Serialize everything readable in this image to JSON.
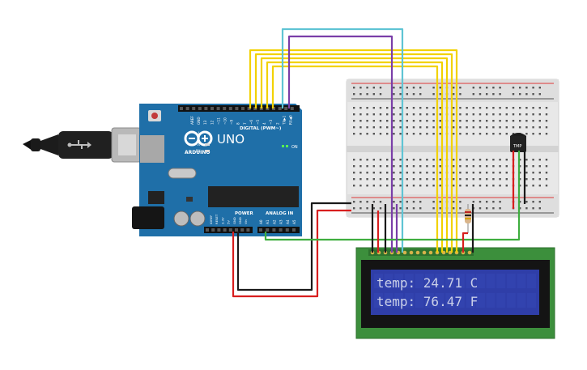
{
  "arduino": {
    "model_label": "UNO",
    "brand_label": "ARDUINO",
    "on_label": "ON",
    "digital_label": "DIGITAL (PWM~)",
    "power_label": "POWER",
    "analog_label": "ANALOG IN",
    "tx_label": "TX",
    "rx_label": "RX",
    "l_label": "L",
    "digital_pins": [
      "AREF",
      "GND",
      "13",
      "12",
      "~11",
      "~10",
      "~9",
      "8",
      "7",
      "~6",
      "~5",
      "4",
      "~3",
      "2",
      "TX▶1",
      "RX◀0"
    ],
    "power_pins": [
      "IOREF",
      "RESET",
      "3.3V",
      "5V",
      "GND",
      "GND",
      "Vin"
    ],
    "analog_pins": [
      "A0",
      "A1",
      "A2",
      "A3",
      "A4",
      "A5"
    ]
  },
  "sensor": {
    "label": "TMP"
  },
  "lcd": {
    "line1": "temp: 24.71 C",
    "line2": "temp: 76.47 F",
    "backlight_color": "#2f3ea8",
    "text_color": "#c9cfe8"
  },
  "colors": {
    "board": "#1f6fa8",
    "pcb_green": "#3c8f3c",
    "wire_yellow": "#f2d200",
    "wire_purple": "#7a3ea8",
    "wire_cyan": "#5fc4d4",
    "wire_red": "#d81e1e",
    "wire_black": "#1a1a1a",
    "wire_green": "#3fae3f"
  }
}
